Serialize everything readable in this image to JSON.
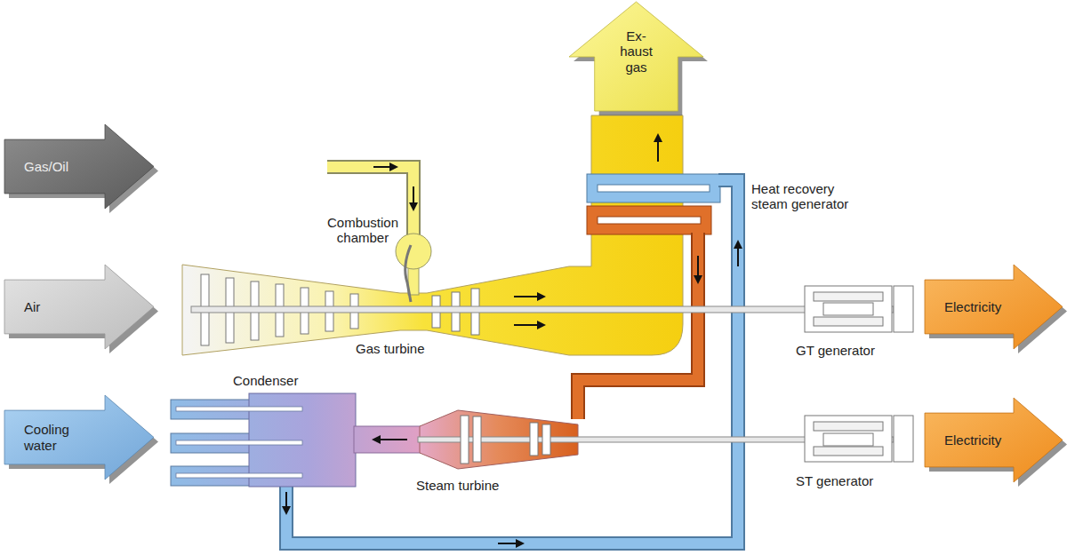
{
  "diagram": {
    "nodes": [
      {
        "text": [
          "Ex- haust gas"
        ]
      },
      {
        "text": [
          "Gas/Oil"
        ]
      },
      {
        "text": [
          "Air"
        ]
      },
      {
        "text": [
          "Electricity"
        ]
      },
      {
        "text": [
          "Cooling water"
        ]
      },
      {
        "text": [
          "Electricity"
        ]
      }
    ],
    "labels": [
      "Heat recovery steam generator",
      "Combustion chamber",
      "Gas turbine",
      "GT generator",
      "Condenser",
      "Steam turbine",
      "ST generator"
    ]
  }
}
